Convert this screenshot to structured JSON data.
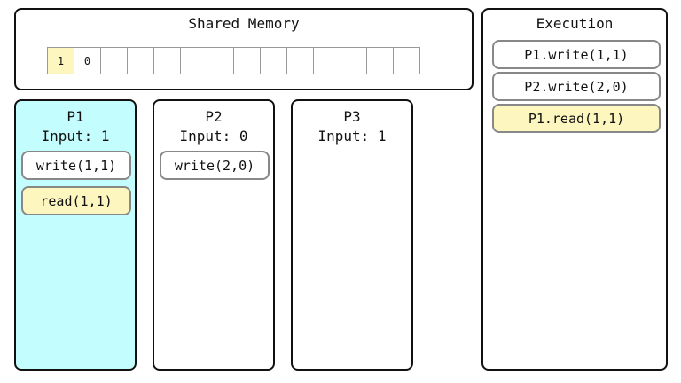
{
  "shared_memory": {
    "title": "Shared Memory",
    "cells": [
      {
        "value": "1",
        "highlight": true
      },
      {
        "value": "0",
        "highlight": false
      },
      {
        "value": "",
        "highlight": false
      },
      {
        "value": "",
        "highlight": false
      },
      {
        "value": "",
        "highlight": false
      },
      {
        "value": "",
        "highlight": false
      },
      {
        "value": "",
        "highlight": false
      },
      {
        "value": "",
        "highlight": false
      },
      {
        "value": "",
        "highlight": false
      },
      {
        "value": "",
        "highlight": false
      },
      {
        "value": "",
        "highlight": false
      },
      {
        "value": "",
        "highlight": false
      },
      {
        "value": "",
        "highlight": false
      },
      {
        "value": "",
        "highlight": false
      }
    ]
  },
  "processes": [
    {
      "name": "P1",
      "input": "Input: 1",
      "active": true,
      "ops": [
        {
          "label": "write(1,1)",
          "highlight": false
        },
        {
          "label": "read(1,1)",
          "highlight": true
        }
      ]
    },
    {
      "name": "P2",
      "input": "Input: 0",
      "active": false,
      "ops": [
        {
          "label": "write(2,0)",
          "highlight": false
        }
      ]
    },
    {
      "name": "P3",
      "input": "Input: 1",
      "active": false,
      "ops": []
    }
  ],
  "execution": {
    "title": "Execution",
    "steps": [
      {
        "label": "P1.write(1,1)",
        "highlight": false
      },
      {
        "label": "P2.write(2,0)",
        "highlight": false
      },
      {
        "label": "P1.read(1,1)",
        "highlight": true
      }
    ]
  },
  "colors": {
    "active_process": "#c4fdfd",
    "highlight": "#fdf7bf",
    "border": "#111111"
  }
}
